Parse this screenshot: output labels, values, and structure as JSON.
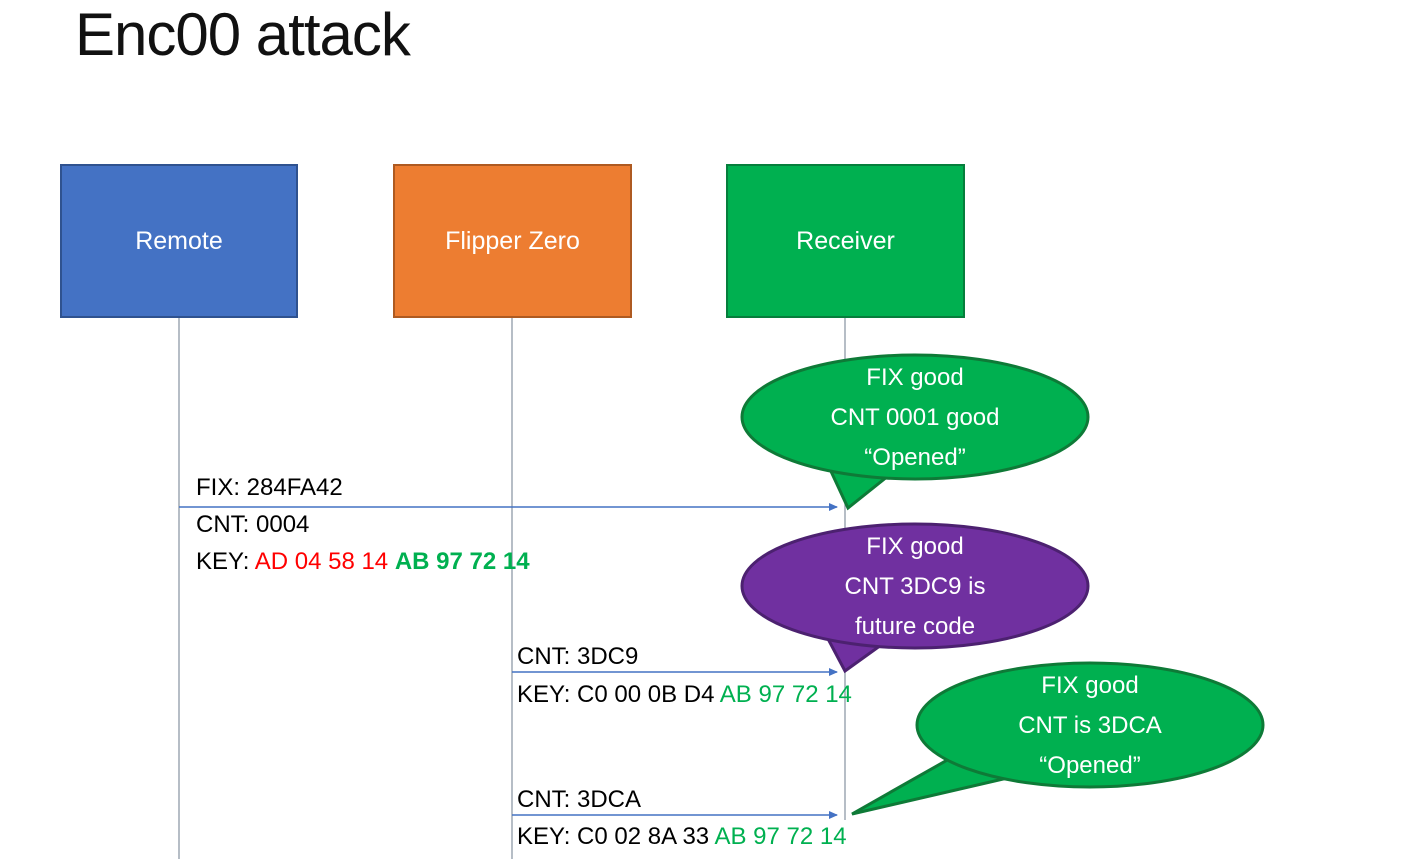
{
  "title": "Enc00 attack",
  "actors": {
    "remote": {
      "label": "Remote",
      "fill": "#4472C4",
      "border": "#2F528F"
    },
    "flipper": {
      "label": "Flipper Zero",
      "fill": "#ED7D31",
      "border": "#AE5A21"
    },
    "receiver": {
      "label": "Receiver",
      "fill": "#00B050",
      "border": "#067E3C"
    }
  },
  "messages": {
    "m1": {
      "fix": "FIX: 284FA42",
      "cnt": "CNT: 0004",
      "key_prefix": "KEY: ",
      "key_red": "AD 04 58 14 ",
      "key_green": "AB 97 72 14"
    },
    "m2": {
      "cnt": "CNT: 3DC9",
      "key_prefix": "KEY: C0 00 0B D4 ",
      "key_green": "AB 97 72 14"
    },
    "m3": {
      "cnt": "CNT: 3DCA",
      "key_prefix": "KEY: C0 02 8A 33 ",
      "key_green": "AB 97 72 14"
    }
  },
  "bubbles": {
    "b1": {
      "line1": "FIX good",
      "line2": "CNT 0001 good",
      "line3": "“Opened”",
      "fill": "#00B050",
      "border": "#0E7A37"
    },
    "b2": {
      "line1": "FIX good",
      "line2": "CNT 3DC9 is",
      "line3": "future code",
      "fill": "#7030A0",
      "border": "#4C2170"
    },
    "b3": {
      "line1": "FIX good",
      "line2": "CNT is 3DCA",
      "line3": "“Opened”",
      "fill": "#00B050",
      "border": "#0E7A37"
    }
  },
  "colors": {
    "arrow": "#4472C4",
    "lifeline": "#8f9aa8",
    "key_red": "#FF0000",
    "key_green": "#00B050",
    "title_text": "#111111",
    "bubble_text": "#ffffff"
  }
}
